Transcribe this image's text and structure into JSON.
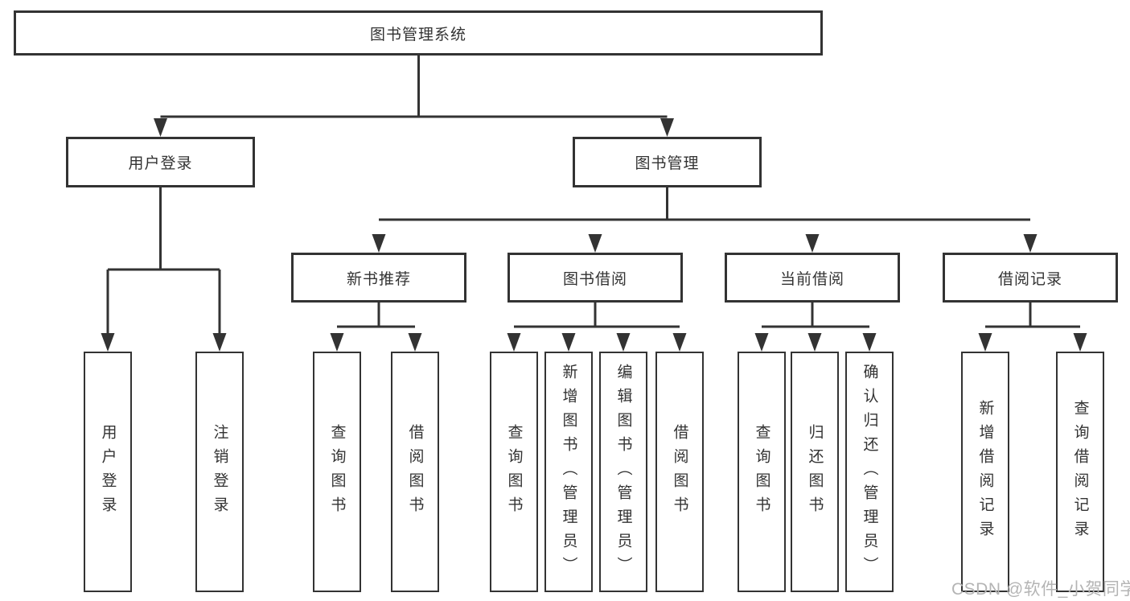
{
  "diagram": {
    "root": {
      "label": "图书管理系统"
    },
    "branches": [
      {
        "label": "用户登录",
        "children": [
          {
            "label": "用户登录"
          },
          {
            "label": "注销登录"
          }
        ]
      },
      {
        "label": "图书管理",
        "children": [
          {
            "label": "新书推荐",
            "children": [
              {
                "label": "查询图书"
              },
              {
                "label": "借阅图书"
              }
            ]
          },
          {
            "label": "图书借阅",
            "children": [
              {
                "label": "查询图书"
              },
              {
                "label": "新增图书（管理员）"
              },
              {
                "label": "编辑图书（管理员）"
              },
              {
                "label": "借阅图书"
              }
            ]
          },
          {
            "label": "当前借阅",
            "children": [
              {
                "label": "查询图书"
              },
              {
                "label": "归还图书"
              },
              {
                "label": "确认归还（管理员）"
              }
            ]
          },
          {
            "label": "借阅记录",
            "children": [
              {
                "label": "新增借阅记录"
              },
              {
                "label": "查询借阅记录"
              }
            ]
          }
        ]
      }
    ],
    "watermark": {
      "text": "CSDN @软件_小贺同学"
    },
    "colors": {
      "line": "#333333",
      "text": "#333333",
      "watermark": "#b4b4b4",
      "background": "#ffffff"
    }
  }
}
